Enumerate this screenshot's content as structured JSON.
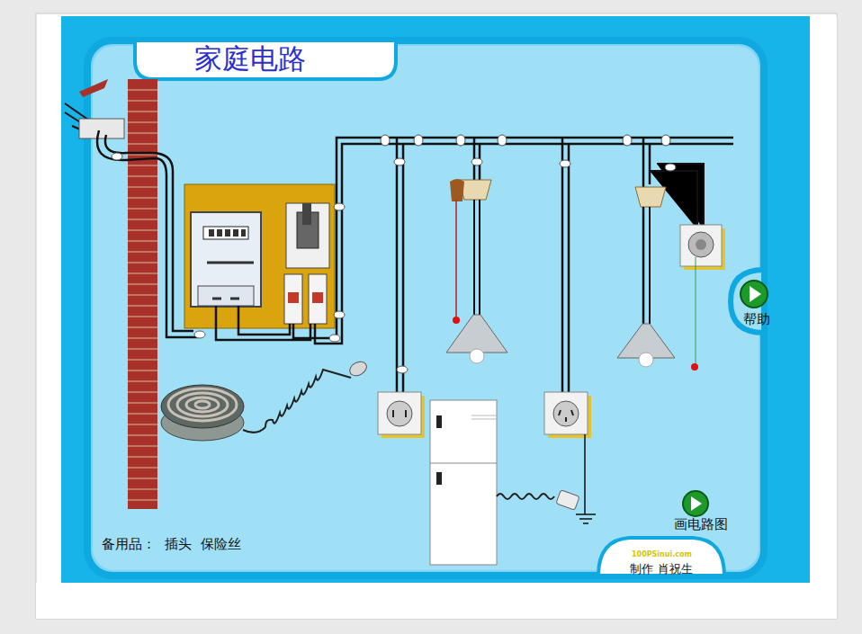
{
  "diagram": {
    "title": "家庭电路",
    "labels": [
      "帮助",
      "画电路图",
      "备用品：",
      "插头",
      "保险丝",
      "制作 肖祝生"
    ]
  }
}
